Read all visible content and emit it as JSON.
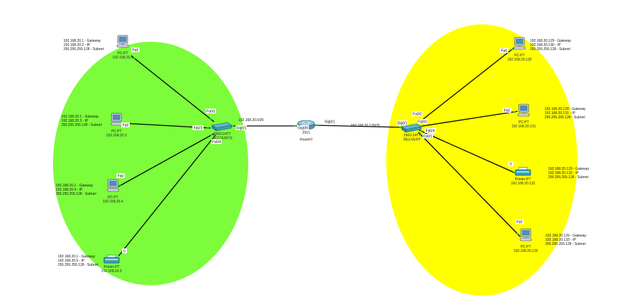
{
  "colors": {
    "left_zone": "#7CFC3A",
    "right_zone": "#FFFF00",
    "link": "#000000",
    "port_dot": "#2ECC40"
  },
  "devices": {
    "router": {
      "labels": [
        "2911",
        "Router0"
      ]
    },
    "switch_left": {
      "labels": [
        "2960-24TT",
        "ACCOUNTS"
      ]
    },
    "switch_right": {
      "labels": [
        "2960-24TT",
        "DELIVERY"
      ]
    },
    "pc1": {
      "labels": [
        "PC-PT",
        "192.168.20.2"
      ]
    },
    "pc2": {
      "labels": [
        "PC-PT",
        "192.168.20.3"
      ]
    },
    "pc3": {
      "labels": [
        "PC-PT",
        "192.168.20.4"
      ]
    },
    "printer_left": {
      "labels": [
        "Printer-PT",
        "192.168.20.5"
      ]
    },
    "pc4": {
      "labels": [
        "PC-PT",
        "192.168.20.130"
      ]
    },
    "pc5": {
      "labels": [
        "PC-PT",
        "192.168.20.131"
      ]
    },
    "printer_right": {
      "labels": [
        "Printer-PT",
        "192.168.20.132"
      ]
    },
    "pc6": {
      "labels": [
        "PC-PT",
        "192.168.20.133"
      ]
    }
  },
  "notes": {
    "pc1": [
      "192.168.20.1 - Gateway",
      "192.168.20.2 - IP",
      "255.255.255.128 - Subnet"
    ],
    "pc2": [
      "192.168.20.1 - Gateway",
      "192.168.20.3 - IP",
      "255.255.255.128 - Subnet"
    ],
    "pc3": [
      "192.168.20.1 - Gateway",
      "192.168.20.4 - IP",
      "255.255.255.128 - Subnet"
    ],
    "printer_left": [
      "192.168.20.1 - Gateway",
      "192.168.20.5 - IP",
      "255.255.255.128 - Subnet"
    ],
    "pc4": [
      "192.168.20.129 - Gateway",
      "192.168.20.130 - IP",
      "255.255.255.128 - Subnet"
    ],
    "pc5": [
      "192.168.20.129 - Gateway",
      "192.168.20.131 - IP",
      "255.255.255.128 - Subnet"
    ],
    "printer_right": [
      "192.168.20.129 - Gateway",
      "192.168.20.132 - IP",
      "255.255.255.128 - Subnet"
    ],
    "pc6": [
      "192.168.20.129 - Gateway",
      "192.168.20.133 - IP",
      "255.255.255.128 - Subnet"
    ]
  },
  "ports": {
    "pc1": "Fa0",
    "pc2": "Fa0",
    "pc3": "Fa0",
    "printer_left": "0",
    "sw_left_fa01": "Fa0/1",
    "sw_left_fa03": "Fa0/3",
    "sw_left_fa04": "Fa0/4",
    "sw_left_g01": "Gig0/1",
    "router_g00": "Gig0/0",
    "router_g01": "Gig0/1",
    "sw_right_g01": "Gig0/1",
    "sw_right_fa02": "Fa0/2",
    "sw_right_fa03": "Fa0/3",
    "sw_right_fa01": "Fa0/1",
    "sw_right_fa04": "Fa0/4",
    "pc4": "Fa0",
    "pc5": "Fa0",
    "printer_right": "0",
    "pc6": "Fa0"
  },
  "link_labels": {
    "left_trunk": "192.168.20.0/25",
    "right_trunk": "192.168.20.128/25"
  }
}
